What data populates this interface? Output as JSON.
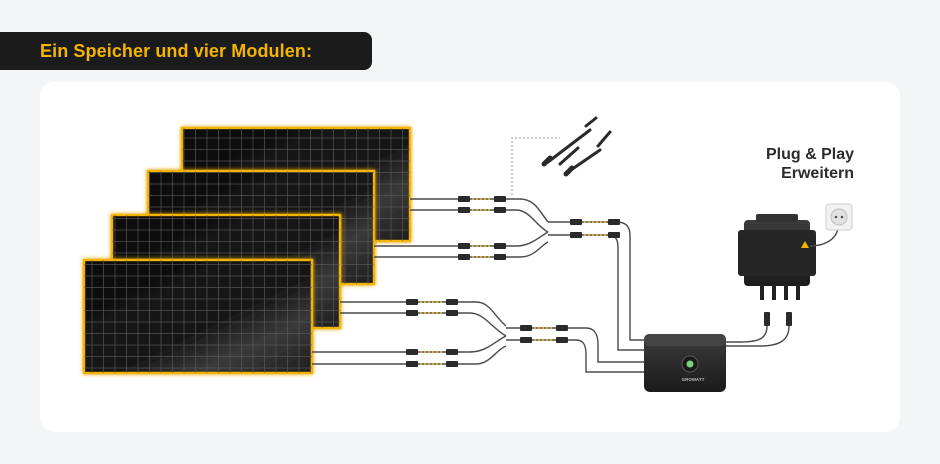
{
  "header": {
    "title": "Ein Speicher und vier Modulen:"
  },
  "expansion_label": {
    "line1": "Plug & Play",
    "line2": "Erweitern"
  },
  "battery": {
    "brand": "GROWATT"
  },
  "colors": {
    "accent": "#f5b400",
    "panel": "#141414",
    "title_bar": "#1b1b1b",
    "background": "#f4f5f7",
    "card": "#ffffff",
    "cable": "#4a4a4a"
  },
  "icons": [
    "solar-panel-icon",
    "battery-storage-icon",
    "microinverter-icon",
    "power-socket-icon",
    "y-connector-icon"
  ]
}
